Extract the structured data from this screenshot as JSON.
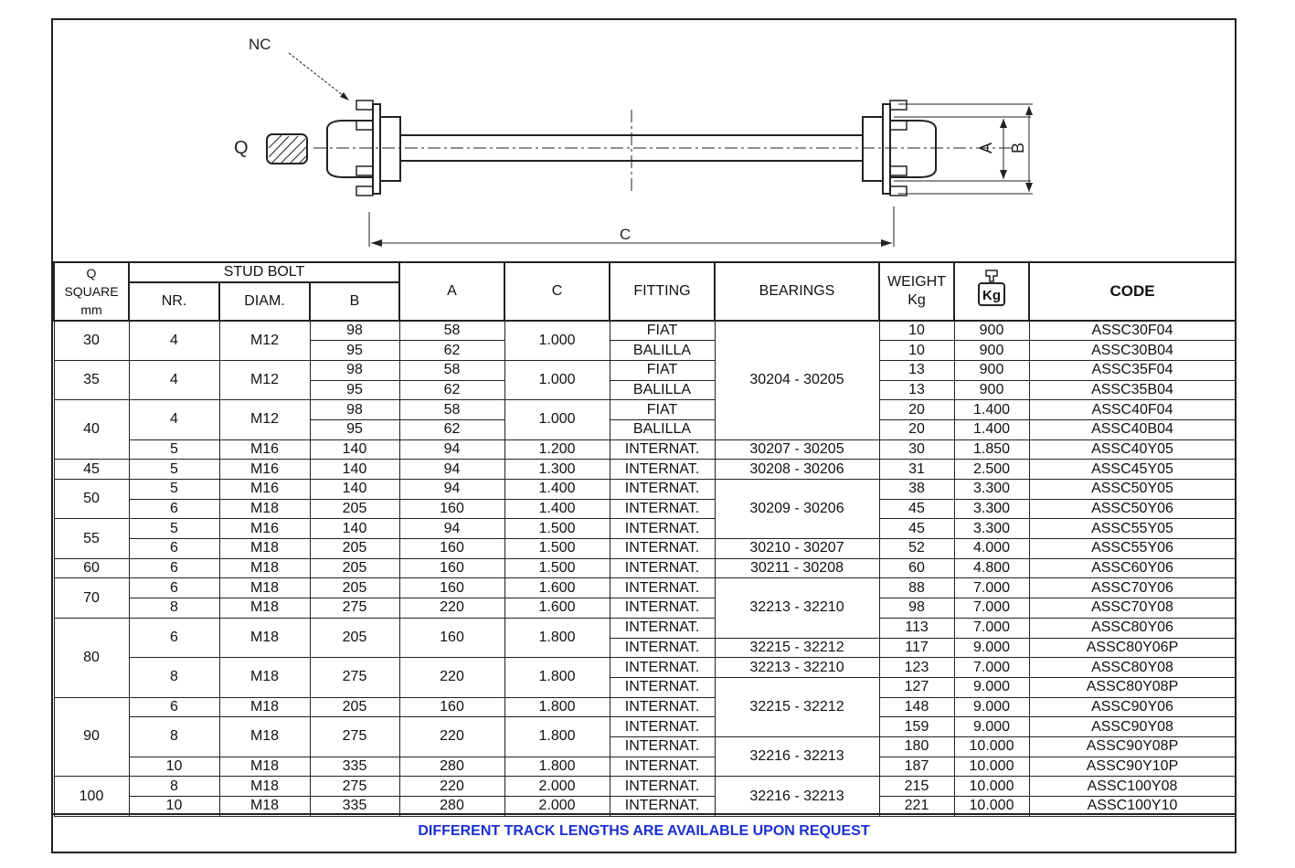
{
  "drawing": {
    "labels": {
      "nc": "NC",
      "q": "Q",
      "a": "A",
      "b": "B",
      "c": "C"
    }
  },
  "header": {
    "q_line1": "Q",
    "q_line2": "SQUARE",
    "q_line3": "mm",
    "stud_bolt": "STUD BOLT",
    "nr": "NR.",
    "diam": "DIAM.",
    "b": "B",
    "a": "A",
    "c": "C",
    "fitting": "FITTING",
    "bearings": "BEARINGS",
    "weight_line1": "WEIGHT",
    "weight_line2": "Kg",
    "load_icon_label": "Kg",
    "code": "CODE"
  },
  "rows": [
    {
      "q": "30",
      "nr": "4",
      "diam": "M12",
      "b": "98",
      "a": "58",
      "c": "1.000",
      "fitting": "FIAT",
      "bearings": "30204 - 30205",
      "weight": "10",
      "load": "900",
      "code": "ASSC30F04"
    },
    {
      "q": "",
      "nr": "",
      "diam": "",
      "b": "95",
      "a": "62",
      "c": "",
      "fitting": "BALILLA",
      "bearings": "",
      "weight": "10",
      "load": "900",
      "code": "ASSC30B04"
    },
    {
      "q": "35",
      "nr": "4",
      "diam": "M12",
      "b": "98",
      "a": "58",
      "c": "1.000",
      "fitting": "FIAT",
      "bearings": "",
      "weight": "13",
      "load": "900",
      "code": "ASSC35F04"
    },
    {
      "q": "",
      "nr": "",
      "diam": "",
      "b": "95",
      "a": "62",
      "c": "",
      "fitting": "BALILLA",
      "bearings": "",
      "weight": "13",
      "load": "900",
      "code": "ASSC35B04"
    },
    {
      "q": "40",
      "nr": "4",
      "diam": "M12",
      "b": "98",
      "a": "58",
      "c": "1.000",
      "fitting": "FIAT",
      "bearings": "",
      "weight": "20",
      "load": "1.400",
      "code": "ASSC40F04"
    },
    {
      "q": "",
      "nr": "",
      "diam": "",
      "b": "95",
      "a": "62",
      "c": "",
      "fitting": "BALILLA",
      "bearings": "",
      "weight": "20",
      "load": "1.400",
      "code": "ASSC40B04"
    },
    {
      "q": "",
      "nr": "5",
      "diam": "M16",
      "b": "140",
      "a": "94",
      "c": "1.200",
      "fitting": "INTERNAT.",
      "bearings": "30207 - 30205",
      "weight": "30",
      "load": "1.850",
      "code": "ASSC40Y05"
    },
    {
      "q": "45",
      "nr": "5",
      "diam": "M16",
      "b": "140",
      "a": "94",
      "c": "1.300",
      "fitting": "INTERNAT.",
      "bearings": "30208 - 30206",
      "weight": "31",
      "load": "2.500",
      "code": "ASSC45Y05"
    },
    {
      "q": "50",
      "nr": "5",
      "diam": "M16",
      "b": "140",
      "a": "94",
      "c": "1.400",
      "fitting": "INTERNAT.",
      "bearings": "30209 - 30206",
      "weight": "38",
      "load": "3.300",
      "code": "ASSC50Y05"
    },
    {
      "q": "",
      "nr": "6",
      "diam": "M18",
      "b": "205",
      "a": "160",
      "c": "1.400",
      "fitting": "INTERNAT.",
      "bearings": "",
      "weight": "45",
      "load": "3.300",
      "code": "ASSC50Y06"
    },
    {
      "q": "55",
      "nr": "5",
      "diam": "M16",
      "b": "140",
      "a": "94",
      "c": "1.500",
      "fitting": "INTERNAT.",
      "bearings": "",
      "weight": "45",
      "load": "3.300",
      "code": "ASSC55Y05"
    },
    {
      "q": "",
      "nr": "6",
      "diam": "M18",
      "b": "205",
      "a": "160",
      "c": "1.500",
      "fitting": "INTERNAT.",
      "bearings": "30210 - 30207",
      "weight": "52",
      "load": "4.000",
      "code": "ASSC55Y06"
    },
    {
      "q": "60",
      "nr": "6",
      "diam": "M18",
      "b": "205",
      "a": "160",
      "c": "1.500",
      "fitting": "INTERNAT.",
      "bearings": "30211 - 30208",
      "weight": "60",
      "load": "4.800",
      "code": "ASSC60Y06"
    },
    {
      "q": "70",
      "nr": "6",
      "diam": "M18",
      "b": "205",
      "a": "160",
      "c": "1.600",
      "fitting": "INTERNAT.",
      "bearings": "32213 - 32210",
      "weight": "88",
      "load": "7.000",
      "code": "ASSC70Y06"
    },
    {
      "q": "",
      "nr": "8",
      "diam": "M18",
      "b": "275",
      "a": "220",
      "c": "1.600",
      "fitting": "INTERNAT.",
      "bearings": "",
      "weight": "98",
      "load": "7.000",
      "code": "ASSC70Y08"
    },
    {
      "q": "80",
      "nr": "6",
      "diam": "M18",
      "b": "205",
      "a": "160",
      "c": "1.800",
      "fitting": "INTERNAT.",
      "bearings": "",
      "weight": "113",
      "load": "7.000",
      "code": "ASSC80Y06"
    },
    {
      "q": "",
      "nr": "",
      "diam": "",
      "b": "",
      "a": "",
      "c": "",
      "fitting": "INTERNAT.",
      "bearings": "32215 - 32212",
      "weight": "117",
      "load": "9.000",
      "code": "ASSC80Y06P"
    },
    {
      "q": "",
      "nr": "8",
      "diam": "M18",
      "b": "275",
      "a": "220",
      "c": "1.800",
      "fitting": "INTERNAT.",
      "bearings": "32213 - 32210",
      "weight": "123",
      "load": "7.000",
      "code": "ASSC80Y08"
    },
    {
      "q": "",
      "nr": "",
      "diam": "",
      "b": "",
      "a": "",
      "c": "",
      "fitting": "INTERNAT.",
      "bearings": "32215 - 32212",
      "weight": "127",
      "load": "9.000",
      "code": "ASSC80Y08P"
    },
    {
      "q": "90",
      "nr": "6",
      "diam": "M18",
      "b": "205",
      "a": "160",
      "c": "1.800",
      "fitting": "INTERNAT.",
      "bearings": "",
      "weight": "148",
      "load": "9.000",
      "code": "ASSC90Y06"
    },
    {
      "q": "",
      "nr": "8",
      "diam": "M18",
      "b": "275",
      "a": "220",
      "c": "1.800",
      "fitting": "INTERNAT.",
      "bearings": "",
      "weight": "159",
      "load": "9.000",
      "code": "ASSC90Y08"
    },
    {
      "q": "",
      "nr": "",
      "diam": "",
      "b": "",
      "a": "",
      "c": "",
      "fitting": "INTERNAT.",
      "bearings": "32216 - 32213",
      "weight": "180",
      "load": "10.000",
      "code": "ASSC90Y08P"
    },
    {
      "q": "",
      "nr": "10",
      "diam": "M18",
      "b": "335",
      "a": "280",
      "c": "1.800",
      "fitting": "INTERNAT.",
      "bearings": "",
      "weight": "187",
      "load": "10.000",
      "code": "ASSC90Y10P"
    },
    {
      "q": "100",
      "nr": "8",
      "diam": "M18",
      "b": "275",
      "a": "220",
      "c": "2.000",
      "fitting": "INTERNAT.",
      "bearings": "32216 - 32213",
      "weight": "215",
      "load": "10.000",
      "code": "ASSC100Y08"
    },
    {
      "q": "",
      "nr": "10",
      "diam": "M18",
      "b": "335",
      "a": "280",
      "c": "2.000",
      "fitting": "INTERNAT.",
      "bearings": "",
      "weight": "221",
      "load": "10.000",
      "code": "ASSC100Y10"
    }
  ],
  "footer": {
    "note": "DIFFERENT TRACK LENGTHS ARE AVAILABLE UPON REQUEST"
  },
  "colors": {
    "footer_text": "#1a2fd1",
    "lines": "#222222"
  }
}
